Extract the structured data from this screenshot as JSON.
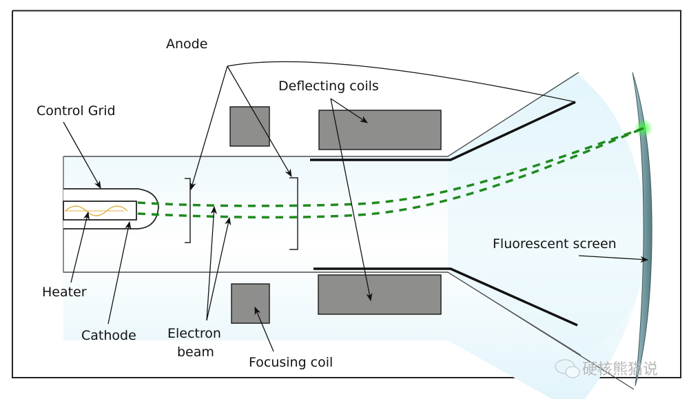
{
  "diagram": {
    "title": "Cathode ray tube",
    "labels": {
      "anode": "Anode",
      "deflecting_coils": "Deflecting coils",
      "control_grid": "Control Grid",
      "heater": "Heater",
      "cathode": "Cathode",
      "electron_beam_line1": "Electron",
      "electron_beam_line2": "beam",
      "focusing_coil": "Focusing coil",
      "fluorescent_screen": "Fluorescent screen"
    },
    "watermark": "硬核熊猫说",
    "colors": {
      "tube_fill": "#e4f6fb",
      "coil_fill": "#8e8e8c",
      "beam": "#1f8a1f",
      "heater_wire": "#e0b040",
      "screen_edge": "#6f9aa0"
    }
  }
}
